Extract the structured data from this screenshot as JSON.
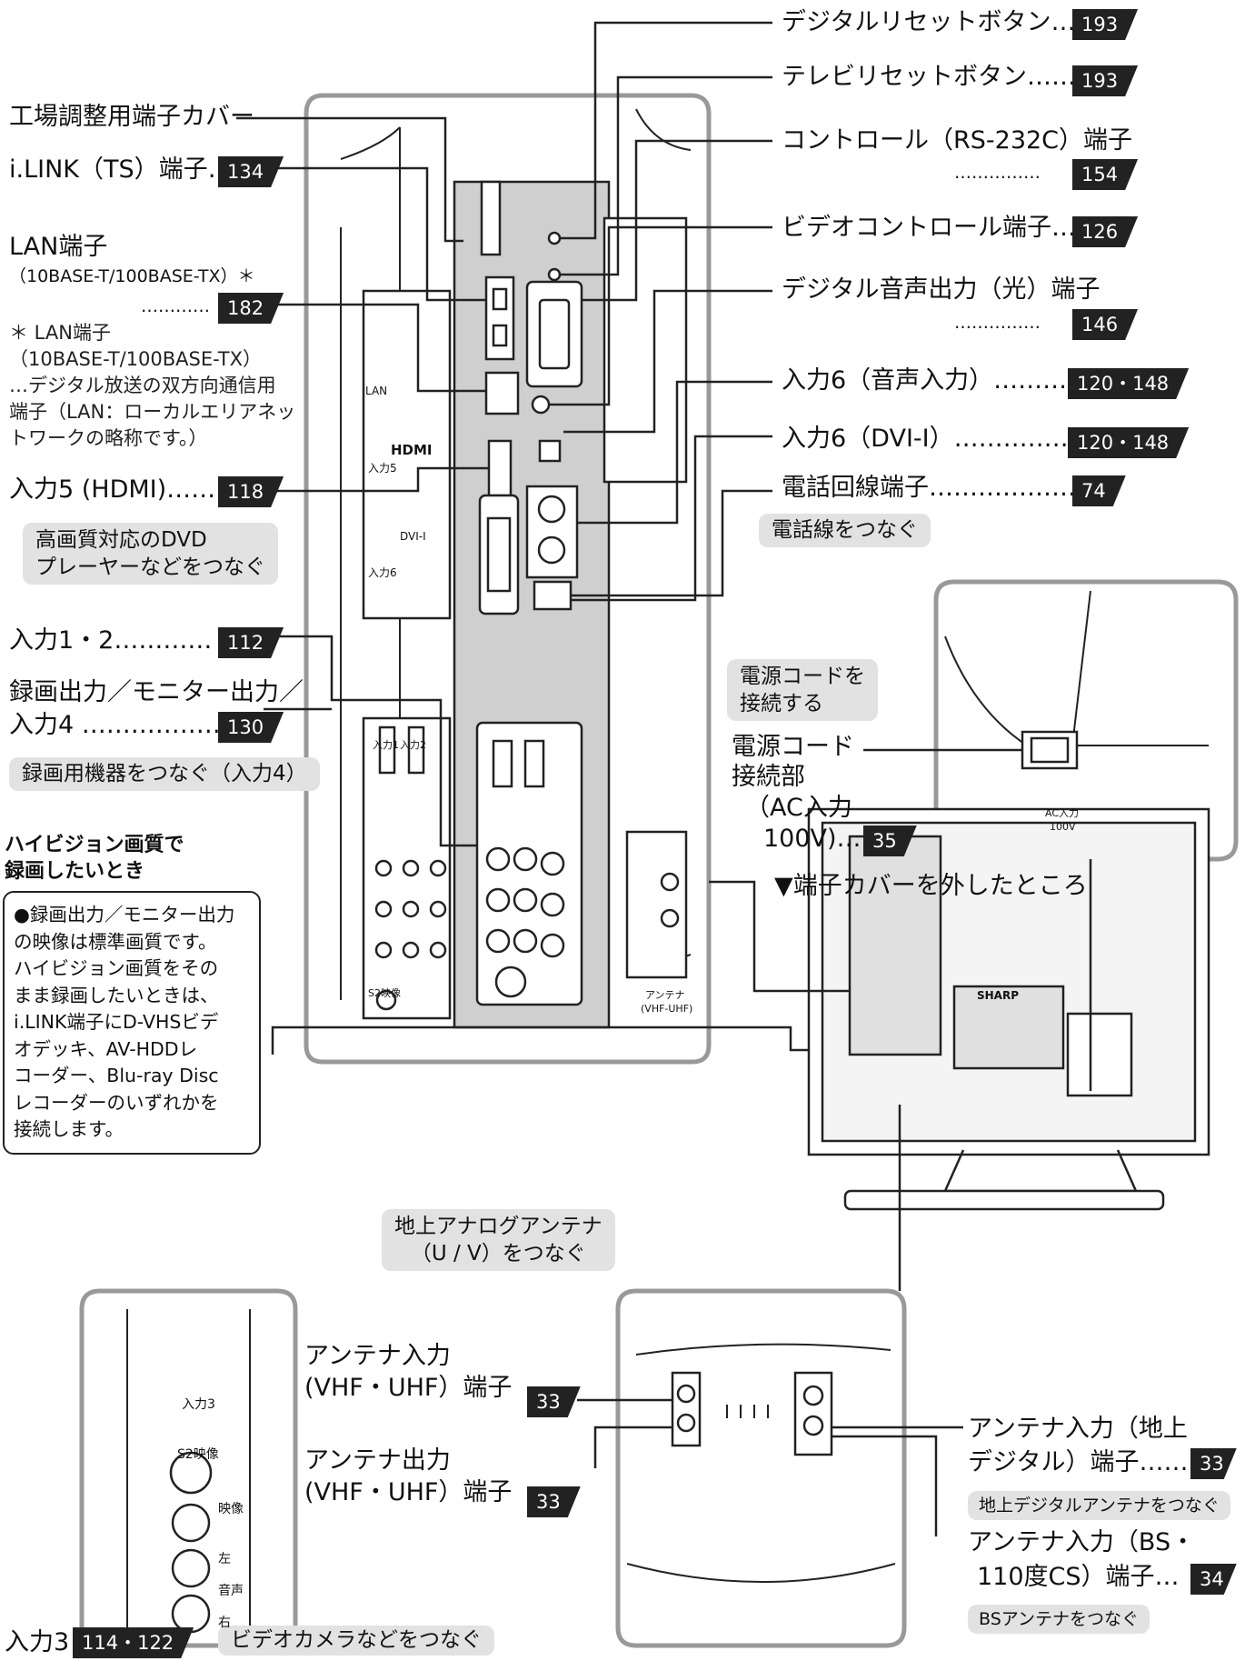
{
  "callouts_right": [
    {
      "label": "デジタルリセットボタン…",
      "page": "193"
    },
    {
      "label": "テレビリセットボタン……",
      "page": "193"
    },
    {
      "label": "コントロール（RS-232C）端子",
      "dots": "……………",
      "page": "154"
    },
    {
      "label": "ビデオコントロール端子…",
      "page": "126"
    },
    {
      "label": "デジタル音声出力（光）端子",
      "dots": "……………",
      "page": "146"
    },
    {
      "label": "入力6（音声入力）………",
      "page": "120・148"
    },
    {
      "label": "入力6（DVI-I）……………",
      "page": "120・148"
    },
    {
      "label": "電話回線端子………………",
      "page": "74"
    }
  ],
  "phone_pill": "電話線をつなぐ",
  "callouts_left": {
    "factory_cover": "工場調整用端子カバー",
    "ilink": {
      "label": "i.LINK（TS）端子…",
      "page": "134"
    },
    "lan_title": "LAN端子",
    "lan_sub": "（10BASE-T/100BASE-TX）＊",
    "lan_dots": "…………",
    "lan_page": "182",
    "lan_note": [
      "＊ LAN端子",
      "（10BASE-T/100BASE-TX）",
      "…デジタル放送の双方向通信用",
      "端子（LAN：ローカルエリアネッ",
      "トワークの略称です。）"
    ],
    "hdmi": {
      "label": "入力5 (HDMI)……",
      "page": "118"
    },
    "hdmi_pill": [
      "高画質対応のDVD",
      "プレーヤーなどをつなぐ"
    ],
    "input12": {
      "label": "入力1・2…………",
      "page": "112"
    },
    "rec_out": {
      "label1": "録画出力／モニター出力／",
      "label2": "入力4 ………………",
      "page": "130"
    },
    "rec_pill": "録画用機器をつなぐ（入力4）",
    "hivision_title": [
      "ハイビジョン画質で",
      "録画したいとき"
    ],
    "hivision_note": [
      "●録画出力／モニター出力",
      "の映像は標準画質です。",
      "ハイビジョン画質をその",
      "まま録画したいときは、",
      "i.LINK端子にD-VHSビデ",
      "オデッキ、AV-HDDレ",
      "コーダー、Blu-ray Disc",
      "レコーダーのいずれかを",
      "接続します。"
    ]
  },
  "power": {
    "pill": [
      "電源コードを",
      "接続する"
    ],
    "label": [
      "電源コード",
      "接続部",
      "（AC入力",
      "100V)…"
    ],
    "page": "35"
  },
  "cover_removed": "▼端子カバーを外したところ",
  "antenna": {
    "pill_analog": [
      "地上アナログアンテナ",
      "（U / V）をつなぐ"
    ],
    "in_vhf": [
      "アンテナ入力",
      "(VHF・UHF）端子"
    ],
    "in_vhf_page": "33",
    "out_vhf": [
      "アンテナ出力",
      "(VHF・UHF）端子"
    ],
    "out_vhf_page": "33",
    "digital": [
      "アンテナ入力（地上",
      "デジタル）端子……"
    ],
    "digital_page": "33",
    "digital_pill": "地上デジタルアンテナをつなぐ",
    "bs": [
      "アンテナ入力（BS・",
      "110度CS）端子…"
    ],
    "bs_page": "34",
    "bs_pill": "BSアンテナをつなぐ"
  },
  "input3": {
    "label": "入力3",
    "page": "114・122",
    "pill": "ビデオカメラなどをつなぐ"
  },
  "panel_labels": {
    "hdmi": "HDMI",
    "dvi": "DVI-I",
    "in5": "入力5",
    "in6": "入力6",
    "lan": "LAN",
    "in1": "入力1",
    "in2": "入力2",
    "s2": "S2映像",
    "antenna": "アンテナ",
    "vhf": "(VHF-UHF)",
    "ac": "AC入力",
    "ac_v": "100V",
    "brand": "SHARP",
    "in3": "入力3",
    "s2_big": "S2映像",
    "video": "映像",
    "left": "左",
    "audio": "音声",
    "right": "右"
  }
}
